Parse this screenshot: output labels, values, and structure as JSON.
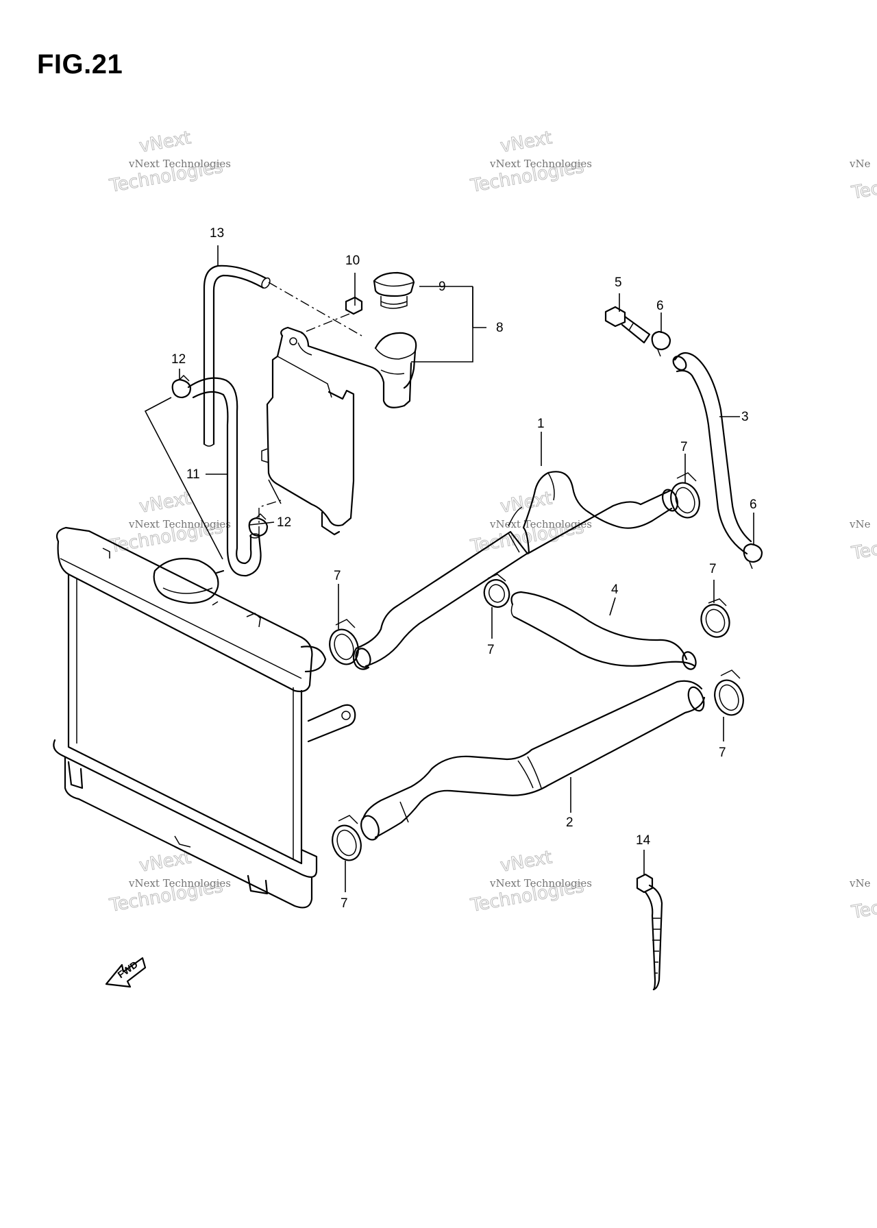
{
  "figure": {
    "title": "FIG.21"
  },
  "watermark": {
    "line1": "vNext Technologies",
    "line2": "vNext",
    "line3": "Technologies"
  },
  "watermark_partial": {
    "line1": "vNe",
    "line2": "Tec"
  },
  "direction_marker": {
    "label": "FWD"
  },
  "callouts": {
    "c1": "1",
    "c2": "2",
    "c3": "3",
    "c4": "4",
    "c5": "5",
    "c6a": "6",
    "c6b": "6",
    "c7a": "7",
    "c7b": "7",
    "c7c": "7",
    "c7d": "7",
    "c7e": "7",
    "c7f": "7",
    "c8": "8",
    "c9": "9",
    "c10": "10",
    "c11": "11",
    "c12a": "12",
    "c12b": "12",
    "c13": "13",
    "c14": "14"
  }
}
